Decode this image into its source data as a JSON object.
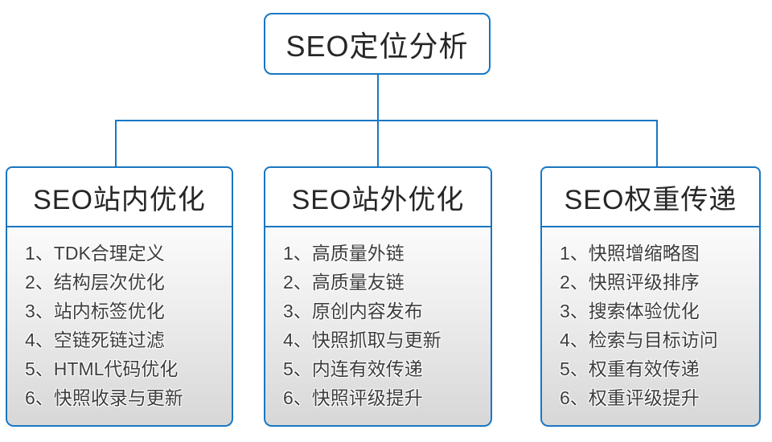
{
  "diagram": {
    "root": {
      "label": "SEO定位分析"
    },
    "columns": [
      {
        "title": "SEO站内优化",
        "items": [
          "1、TDK合理定义",
          "2、结构层次优化",
          "3、站内标签优化",
          "4、空链死链过滤",
          "5、HTML代码优化",
          "6、快照收录与更新"
        ]
      },
      {
        "title": "SEO站外优化",
        "items": [
          "1、高质量外链",
          "2、高质量友链",
          "3、原创内容发布",
          "4、快照抓取与更新",
          "5、内连有效传递",
          "6、快照评级提升"
        ]
      },
      {
        "title": "SEO权重传递",
        "items": [
          "1、快照增缩略图",
          "2、快照评级排序",
          "3、搜索体验优化",
          "4、检索与目标访问",
          "5、权重有效传递",
          "6、权重评级提升"
        ]
      }
    ],
    "colors": {
      "border_blue": "#1877c3",
      "heading_text": "#262626",
      "list_text": "#3d3d3d",
      "body_gradient_top": "#fbfbfb",
      "body_gradient_bottom": "#d7d7d7"
    }
  }
}
